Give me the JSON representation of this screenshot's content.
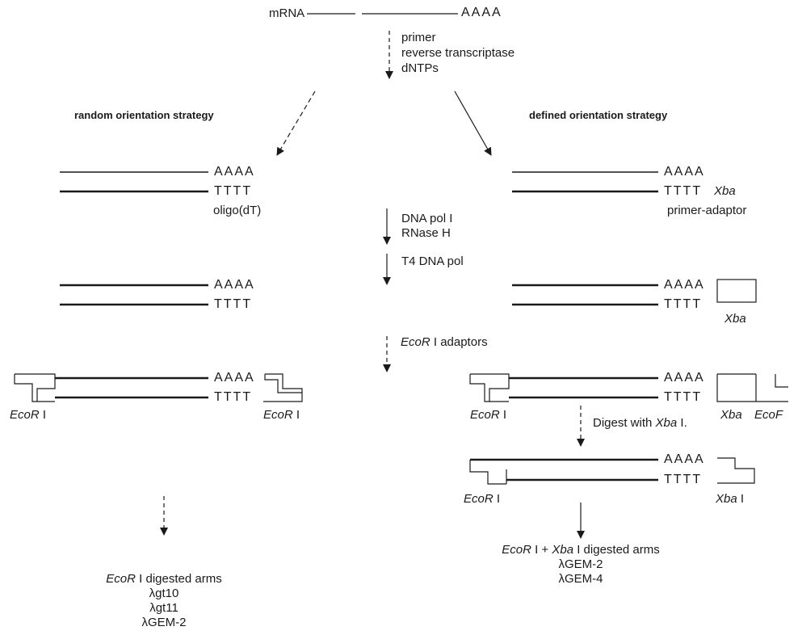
{
  "top": {
    "mrna": "mRNA",
    "poly_a": "AAAA",
    "step1": [
      "primer",
      "reverse transcriptase",
      "dNTPs"
    ]
  },
  "headings": {
    "left": "random orientation strategy",
    "right": "defined orientation strategy"
  },
  "strands": {
    "aaaa": "AAAA",
    "tttt": "TTTT"
  },
  "primers": {
    "left": "oligo(dT)",
    "right_site": "Xba",
    "right": "primer-adaptor"
  },
  "steps": {
    "second_strand": [
      "DNA pol I",
      "RNase H"
    ],
    "blunting": "T4 DNA pol",
    "adaptors_enzyme": "EcoR",
    "adaptors_rest": " I adaptors",
    "digest_prefix": "Digest with ",
    "digest_enzyme": "Xba",
    "digest_suffix": " I."
  },
  "site_labels": {
    "xba": "Xba",
    "ecor_i": "EcoR I",
    "ecor_cut": "EcoF",
    "xba_i": "Xba I",
    "ecor": "EcoR",
    "i": " I"
  },
  "results": {
    "left": {
      "title_enzyme": "EcoR",
      "title_rest": " I digested arms",
      "vectors": [
        "λgt10",
        "λgt11",
        "λGEM-2"
      ]
    },
    "right": {
      "e1": "EcoR",
      "mid": " I + ",
      "e2": "Xba",
      "rest": " I digested arms",
      "vectors": [
        "λGEM-2",
        "λGEM-4"
      ]
    }
  },
  "colors": {
    "ink": "#1a1a1a",
    "background": "#ffffff"
  }
}
